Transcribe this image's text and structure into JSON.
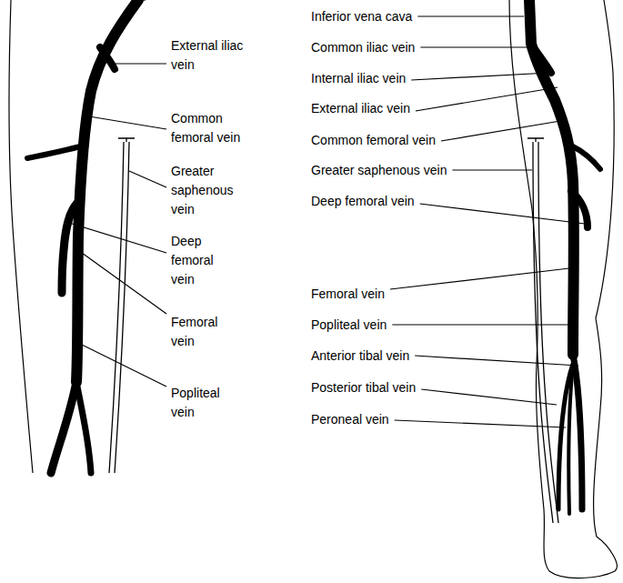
{
  "diagram": {
    "labels": [
      "External iliac vein",
      "Common femoral vein",
      "Greater saphenous vein",
      "Deep femoral vein",
      "Femoral vein",
      "Popliteal vein",
      "Inferior vena cava",
      "Common iliac vein",
      "Internal iliac vein",
      "External iliac vein",
      "Common femoral vein",
      "Greater saphenous vein",
      "Deep femoral vein",
      "Femoral vein",
      "Popliteal vein",
      "Anterior tibal vein",
      "Posterior tibal vein",
      "Peroneal vein"
    ]
  }
}
